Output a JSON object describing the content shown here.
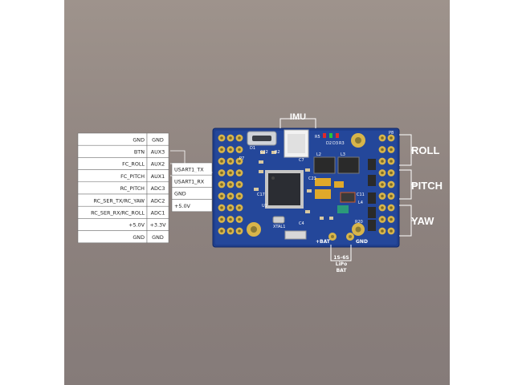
{
  "pinout_left": [
    {
      "label": "GND",
      "pin": "GND"
    },
    {
      "label": "BTN",
      "pin": "AUX3"
    },
    {
      "label": "FC_ROLL",
      "pin": "AUX2"
    },
    {
      "label": "FC_PITCH",
      "pin": "AUX1"
    },
    {
      "label": "RC_PITCH",
      "pin": "ADC3"
    },
    {
      "label": "RC_SER_TX/RC_YAW",
      "pin": "ADC2"
    },
    {
      "label": "RC_SER_RX/RC_ROLL",
      "pin": "ADC1"
    },
    {
      "label": "+5.0V",
      "pin": "+3.3V"
    },
    {
      "label": "GND",
      "pin": "GND"
    }
  ],
  "pinout_mid": [
    "USART1_TX",
    "USART1_RX",
    "GND",
    "+5.0V"
  ],
  "top_label": "IMU",
  "right_labels": [
    "ROLL",
    "PITCH",
    "YAW"
  ],
  "battery": {
    "plus": "+BAT",
    "gnd": "GND",
    "lines": [
      "1S-6S",
      "LiPo",
      "BAT"
    ]
  },
  "silkscreen": {
    "c22": "C22",
    "r2": "R2",
    "d1": "D1",
    "c7": "C7",
    "p7": "P7",
    "c17": "C17",
    "c9": "C9",
    "c23": "C23",
    "c22b": "C22",
    "u1": "U1",
    "xtal": "XTAL1",
    "c4": "C4",
    "l2": "L2",
    "l3": "L3",
    "c11": "C11",
    "l4": "L4",
    "r20": "R20",
    "p8": "P8",
    "r5": "R5",
    "d2": "D2",
    "d3": "D3",
    "r3": "R3"
  },
  "colors": {
    "pcb": "#1f3f8e",
    "gold": "#d8b54a",
    "bg": "#958a85",
    "led_red": "#e02a2a",
    "led_green": "#28c43a"
  }
}
